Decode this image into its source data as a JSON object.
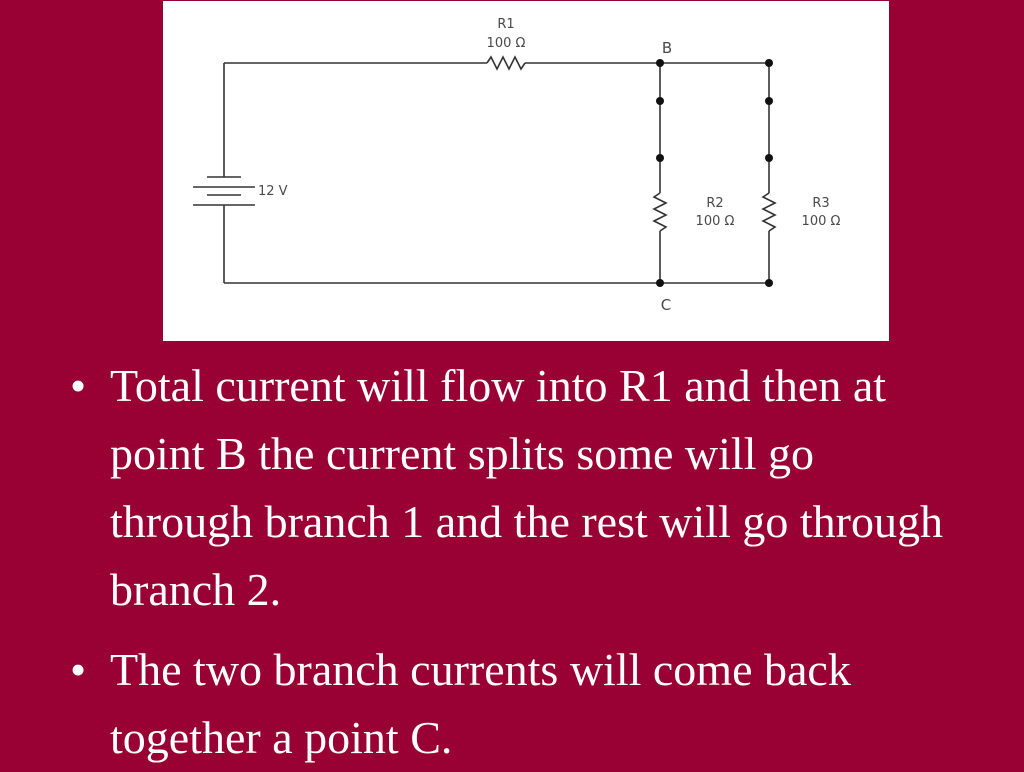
{
  "circuit": {
    "r1": {
      "name": "R1",
      "value": "100 Ω"
    },
    "r2": {
      "name": "R2",
      "value": "100 Ω"
    },
    "r3": {
      "name": "R3",
      "value": "100 Ω"
    },
    "battery": {
      "value": "12 V"
    },
    "node_b": "B",
    "node_c": "C"
  },
  "bullets": [
    {
      "marker": "•",
      "text": "Total current will flow into R1 and then at point B the current splits some will go through branch 1 and the rest will go through branch 2."
    },
    {
      "marker": "•",
      "text": "The two branch currents will come back together a point C."
    }
  ]
}
